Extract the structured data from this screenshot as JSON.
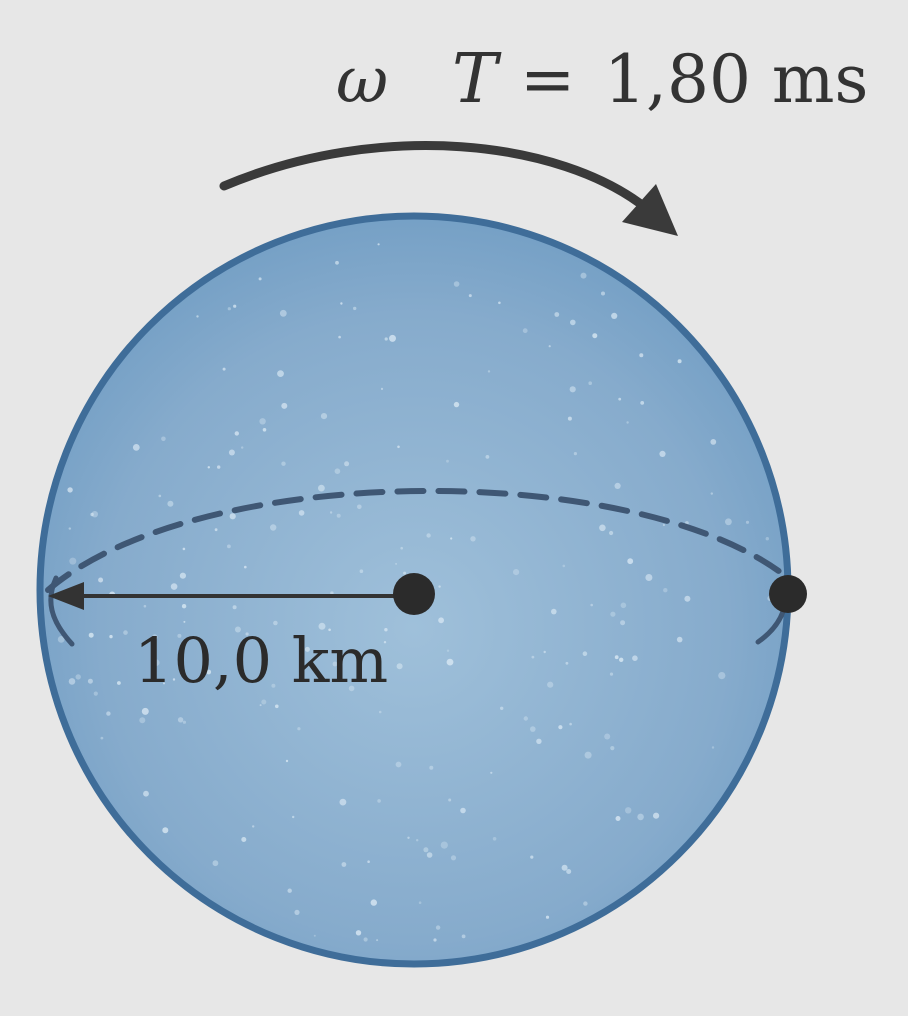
{
  "labels": {
    "omega": "ω",
    "period_symbol": "T",
    "equals": "=",
    "period_value": "1,80 ms",
    "radius": "10,0 km"
  },
  "colors": {
    "background": "#e7e7e7",
    "sphere_fill_light": "#93b6d2",
    "sphere_fill_dark": "#6f9cc3",
    "sphere_outline": "#3f6d99",
    "ink": "#333333",
    "dashed_equator": "#3f5774"
  },
  "icons": {
    "rotation_arrow": "curved-arrow-right-icon",
    "radius_arrow": "arrow-left-icon"
  }
}
